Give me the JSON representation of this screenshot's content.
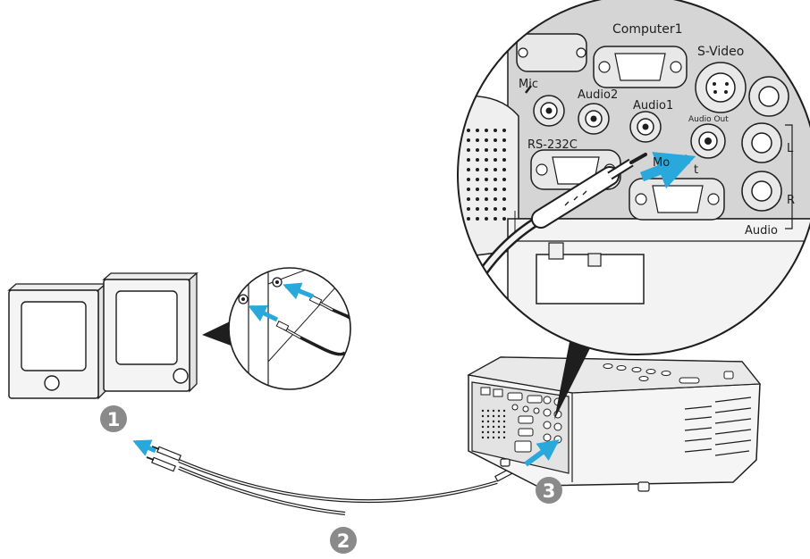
{
  "ports": {
    "computer1": "Computer1",
    "svideo": "S-Video",
    "mic": "Mic",
    "audio2": "Audio2",
    "audio1": "Audio1",
    "audio_out": "Audio Out",
    "rs232c": "RS-232C",
    "monitor_out_partial": "Mo",
    "monitor_out_partial2": "t",
    "audio": "Audio",
    "l": "L",
    "r": "R"
  },
  "steps": [
    "1",
    "2",
    "3"
  ],
  "colors": {
    "arrow": "#29a8dc",
    "panel": "#d4d4d4",
    "outline": "#1e1e1e",
    "step_badge": "#8a8a8a"
  }
}
